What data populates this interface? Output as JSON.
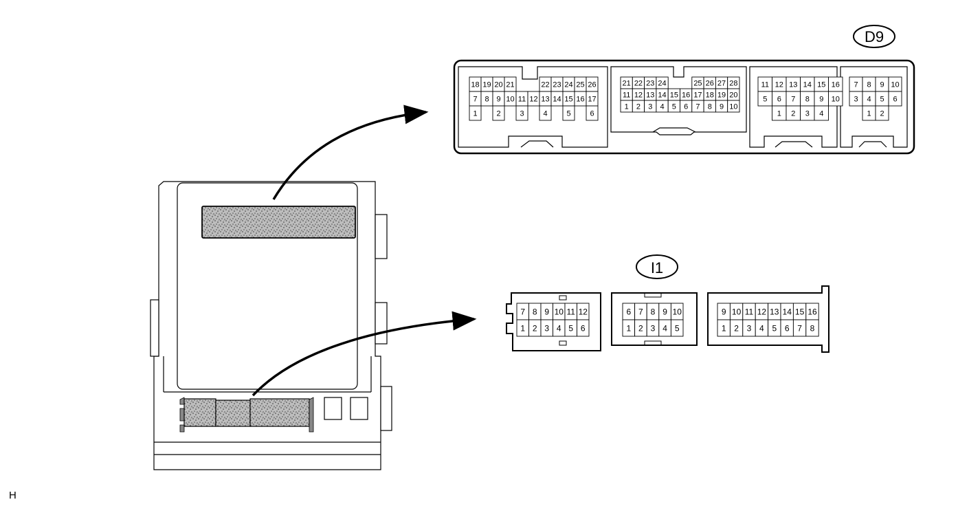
{
  "connectors": {
    "d9": {
      "label": "D9",
      "sections": [
        {
          "rows": [
            [
              "18",
              "19",
              "20",
              "21",
              "",
              "",
              "22",
              "23",
              "24",
              "25",
              "26"
            ],
            [
              "7",
              "8",
              "9",
              "10",
              "11",
              "12",
              "13",
              "14",
              "15",
              "16",
              "17"
            ],
            [
              "1",
              "",
              "2",
              "",
              "3",
              "",
              "4",
              "",
              "5",
              "",
              "6"
            ]
          ]
        },
        {
          "rows": [
            [
              "21",
              "22",
              "23",
              "24",
              "",
              "",
              "25",
              "26",
              "27",
              "28"
            ],
            [
              "11",
              "12",
              "13",
              "14",
              "15",
              "16",
              "17",
              "18",
              "19",
              "20"
            ],
            [
              "1",
              "2",
              "3",
              "4",
              "5",
              "6",
              "7",
              "8",
              "9",
              "10"
            ]
          ]
        },
        {
          "rows": [
            [
              "11",
              "12",
              "13",
              "14",
              "15",
              "16"
            ],
            [
              "5",
              "6",
              "7",
              "8",
              "9",
              "10"
            ],
            [
              "",
              "1",
              "2",
              "3",
              "4",
              ""
            ]
          ]
        },
        {
          "rows": [
            [
              "7",
              "8",
              "9",
              "10"
            ],
            [
              "3",
              "4",
              "5",
              "6"
            ],
            [
              "",
              "1",
              "2",
              ""
            ]
          ]
        }
      ]
    },
    "i1": {
      "label": "I1",
      "sections": [
        {
          "rows": [
            [
              "7",
              "8",
              "9",
              "10",
              "11",
              "12"
            ],
            [
              "1",
              "2",
              "3",
              "4",
              "5",
              "6"
            ]
          ]
        },
        {
          "rows": [
            [
              "6",
              "7",
              "8",
              "9",
              "10"
            ],
            [
              "1",
              "2",
              "3",
              "4",
              "5"
            ]
          ]
        },
        {
          "rows": [
            [
              "9",
              "10",
              "11",
              "12",
              "13",
              "14",
              "15",
              "16"
            ],
            [
              "1",
              "2",
              "3",
              "4",
              "5",
              "6",
              "7",
              "8"
            ]
          ]
        }
      ]
    }
  },
  "corner_mark": "H"
}
